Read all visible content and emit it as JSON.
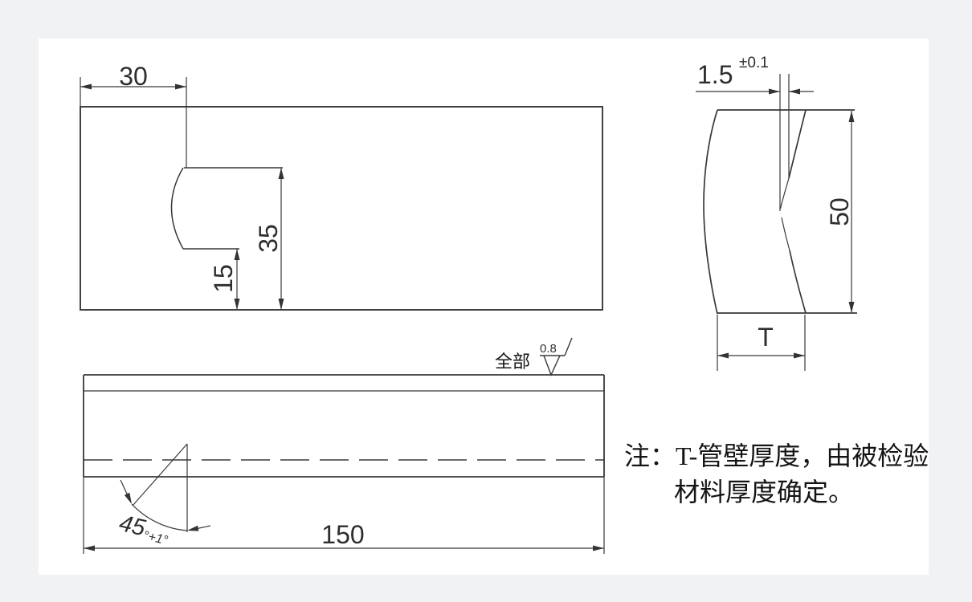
{
  "drawing": {
    "plate_view": {
      "notch_offset": "30",
      "notch_depth_total": "35",
      "notch_depth_lower": "15"
    },
    "bar_view": {
      "length": "150",
      "chamfer_angle": {
        "value": "45",
        "tolerance": "°+1°"
      },
      "surface_finish": {
        "scope": "全部",
        "roughness": "0.8"
      }
    },
    "wall_section_view": {
      "slot_width": {
        "value": "1.5",
        "tolerance": "±0.1"
      },
      "height": "50",
      "thickness": "T"
    },
    "note": {
      "line1": "注：T-管壁厚度，由被检验",
      "line2": "材料厚度确定。"
    }
  }
}
